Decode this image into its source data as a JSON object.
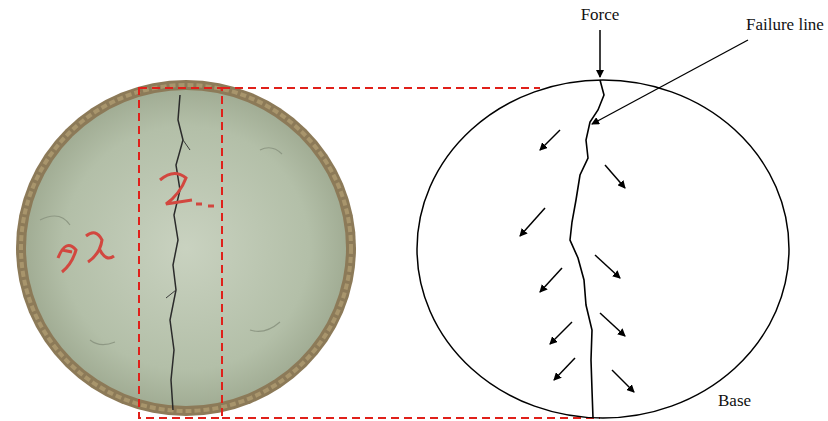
{
  "diagram": {
    "labels": [
      "Force",
      "Failure line",
      "Base"
    ]
  }
}
